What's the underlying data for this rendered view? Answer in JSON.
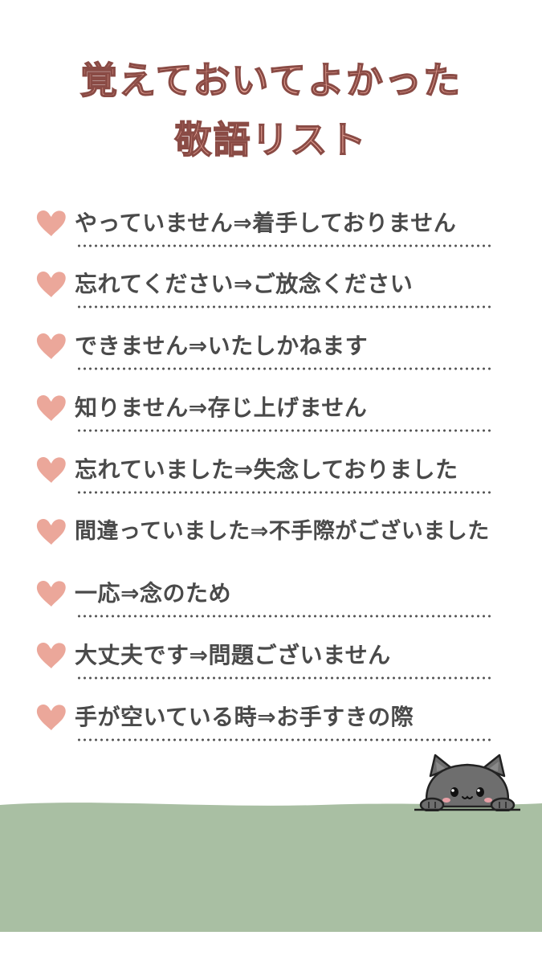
{
  "title": {
    "line1": "覚えておいてよかった",
    "line2": "敬語リスト"
  },
  "items": [
    {
      "text": "やっていません⇒着手しておりません"
    },
    {
      "text": "忘れてください⇒ご放念ください"
    },
    {
      "text": "できません⇒いたしかねます"
    },
    {
      "text": "知りません⇒存じ上げません"
    },
    {
      "text": "忘れていました⇒失念しておりました"
    },
    {
      "text": "間違っていました⇒不手際がございました"
    },
    {
      "text": "一応⇒念のため"
    },
    {
      "text": "大丈夫です⇒問題ございません"
    },
    {
      "text": "手が空いている時⇒お手すきの際"
    }
  ],
  "icons": {
    "bullet": "heart-icon",
    "mascot": "cat-icon"
  },
  "colors": {
    "title_fill": "#f2aea0",
    "title_outline": "#8a4b45",
    "heart": "#eba79a",
    "text": "#4a4a4a",
    "ground": "#a9bfa3",
    "cat": "#6e6e6e"
  }
}
